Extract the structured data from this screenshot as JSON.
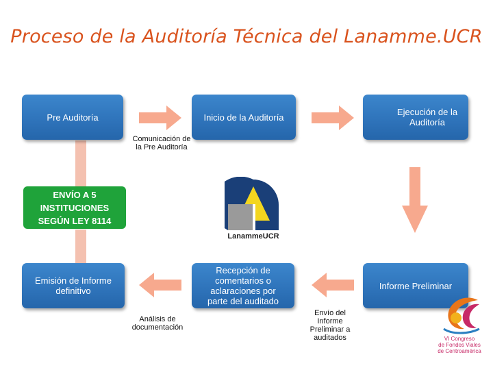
{
  "title": "Proceso de la Auditoría Técnica del Lanamme.UCR",
  "steps": {
    "pre_auditoria": "Pre Auditoría",
    "inicio": "Inicio de la Auditoría",
    "ejecucion": "Ejecución de la Auditoría",
    "informe_preliminar": "Informe Preliminar",
    "recepcion": "Recepción de comentarios o aclaraciones por parte del auditado",
    "emision": "Emisión de Informe definitivo",
    "envio_instituciones": "ENVÍO A 5 INSTITUCIONES SEGÚN LEY 8114"
  },
  "labels": {
    "comunicacion": "Comunicación de la Pre Auditoría",
    "analisis": "Análisis de documentación",
    "envio_informe": "Envío del Informe Preliminar a auditados"
  },
  "logos": {
    "lanamme_text": "LanammeUCR",
    "congreso_line1": "VI Congreso",
    "congreso_line2": "de Fondos Viales",
    "congreso_line3": "de Centroamérica"
  },
  "colors": {
    "title": "#d9531e",
    "box": "#2f74bb",
    "green": "#1fa33a",
    "arrow": "#f7a98e",
    "connector": "#f4c1b0"
  }
}
